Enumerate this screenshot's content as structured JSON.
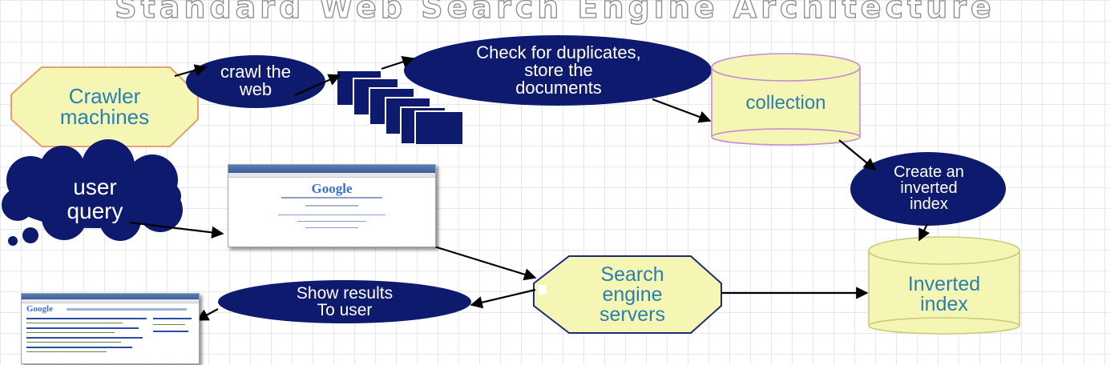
{
  "title": "Standard Web Search Engine Architecture",
  "nodes": {
    "crawler": "Crawler\nmachines",
    "crawl": "crawl the\nweb",
    "check": "Check for duplicates,\nstore the\ndocuments",
    "collection": "collection",
    "create_index": "Create an\ninverted\nindex",
    "user_query": "user\nquery",
    "show_results": "Show results\nTo user",
    "search_servers": "Search\nengine\nservers",
    "inverted_index": "Inverted\nindex"
  },
  "screenshots": {
    "query_page_logo": "Google",
    "results_page_logo": "Google"
  },
  "colors": {
    "navy": "#0d1a6e",
    "yellow_fill": "#f5f5b4",
    "octagon_stroke": "#e8a06a",
    "label_blue": "#2b7fb0"
  }
}
